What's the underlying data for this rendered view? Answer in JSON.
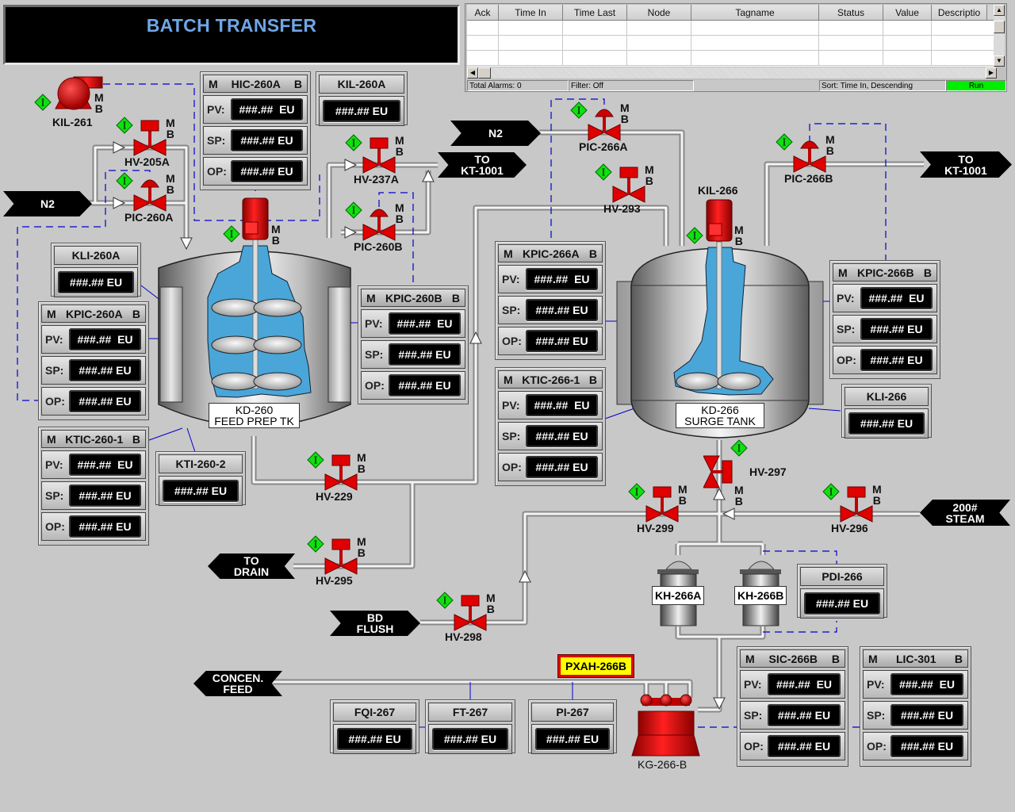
{
  "title": "BATCH TRANSFER",
  "alarm_summary": {
    "columns": [
      "Ack",
      "Time In",
      "Time Last",
      "Node",
      "Tagname",
      "Status",
      "Value",
      "Descriptio"
    ],
    "status_bar": {
      "total": "Total Alarms: 0",
      "filter": "Filter: Off",
      "sort": "Sort: Time In, Descending",
      "run": "Run"
    },
    "colors": {
      "run": "#00ee00"
    }
  },
  "placeholder_value": "###.## EU",
  "placeholder_value_pv": "###.##  EU",
  "controllers": [
    {
      "id": "hic-260a",
      "mode": "M",
      "tag": "HIC-260A",
      "b": "B",
      "pv_label": "PV:",
      "sp_label": "SP:",
      "op_label": "OP:"
    },
    {
      "id": "kpic-260a",
      "mode": "M",
      "tag": "KPIC-260A",
      "b": "B",
      "pv_label": "PV:",
      "sp_label": "SP:",
      "op_label": "OP:"
    },
    {
      "id": "ktic-260-1",
      "mode": "M",
      "tag": "KTIC-260-1",
      "b": "B",
      "pv_label": "PV:",
      "sp_label": "SP:",
      "op_label": "OP:"
    },
    {
      "id": "kpic-260b",
      "mode": "M",
      "tag": "KPIC-260B",
      "b": "B",
      "pv_label": "PV:",
      "sp_label": "SP:",
      "op_label": "OP:"
    },
    {
      "id": "kpic-266a",
      "mode": "M",
      "tag": "KPIC-266A",
      "b": "B",
      "pv_label": "PV:",
      "sp_label": "SP:",
      "op_label": "OP:"
    },
    {
      "id": "ktic-266-1",
      "mode": "M",
      "tag": "KTIC-266-1",
      "b": "B",
      "pv_label": "PV:",
      "sp_label": "SP:",
      "op_label": "OP:"
    },
    {
      "id": "kpic-266b",
      "mode": "M",
      "tag": "KPIC-266B",
      "b": "B",
      "pv_label": "PV:",
      "sp_label": "SP:",
      "op_label": "OP:"
    },
    {
      "id": "sic-266b",
      "mode": "M",
      "tag": "SIC-266B",
      "b": "B",
      "pv_label": "PV:",
      "sp_label": "SP:",
      "op_label": "OP:"
    },
    {
      "id": "lic-301",
      "mode": "M",
      "tag": "LIC-301",
      "b": "B",
      "pv_label": "PV:",
      "sp_label": "SP:",
      "op_label": "OP:"
    }
  ],
  "indicators": [
    {
      "id": "kil-260a",
      "tag": "KIL-260A"
    },
    {
      "id": "kli-260a",
      "tag": "KLI-260A"
    },
    {
      "id": "kti-260-2",
      "tag": "KTI-260-2"
    },
    {
      "id": "kli-266",
      "tag": "KLI-266"
    },
    {
      "id": "pdi-266",
      "tag": "PDI-266"
    },
    {
      "id": "fqi-267",
      "tag": "FQI-267"
    },
    {
      "id": "ft-267",
      "tag": "FT-267"
    },
    {
      "id": "pi-267",
      "tag": "PI-267"
    }
  ],
  "valves": [
    {
      "tag": "HV-205A",
      "actuator": "solenoid"
    },
    {
      "tag": "PIC-260A",
      "actuator": "diaphragm"
    },
    {
      "tag": "HV-237A",
      "actuator": "solenoid"
    },
    {
      "tag": "PIC-260B",
      "actuator": "diaphragm"
    },
    {
      "tag": "PIC-266A",
      "actuator": "diaphragm"
    },
    {
      "tag": "HV-293",
      "actuator": "solenoid"
    },
    {
      "tag": "PIC-266B",
      "actuator": "diaphragm"
    },
    {
      "tag": "HV-229",
      "actuator": "solenoid"
    },
    {
      "tag": "HV-295",
      "actuator": "solenoid"
    },
    {
      "tag": "HV-298",
      "actuator": "solenoid"
    },
    {
      "tag": "HV-299",
      "actuator": "solenoid"
    },
    {
      "tag": "HV-296",
      "actuator": "solenoid"
    },
    {
      "tag": "HV-297",
      "actuator": "solenoid"
    }
  ],
  "equipment": {
    "pump": "KIL-261",
    "agitator_266": "KIL-266",
    "tank_260": {
      "line1": "KD-260",
      "line2": "FEED PREP TK"
    },
    "tank_266": {
      "line1": "KD-266",
      "line2": "SURGE TANK"
    },
    "filter_a": "KH-266A",
    "filter_b": "KH-266B",
    "pump_kg": "KG-266-B",
    "alarm_tag": "PXAH-266B"
  },
  "flags": {
    "n2_left": "N2",
    "n2_mid": "N2",
    "to_kt_1": {
      "l1": "TO",
      "l2": "KT-1001"
    },
    "to_kt_2": {
      "l1": "TO",
      "l2": "KT-1001"
    },
    "to_drain": {
      "l1": "TO",
      "l2": "DRAIN"
    },
    "bd_flush": {
      "l1": "BD",
      "l2": "FLUSH"
    },
    "steam": {
      "l1": "200#",
      "l2": "STEAM"
    },
    "concen_feed": {
      "l1": "CONCEN.",
      "l2": "FEED"
    }
  },
  "mode_labels": {
    "m": "M",
    "b": "B"
  },
  "interlock_label": "I",
  "colors": {
    "background": "#c8c8c8",
    "title_text": "#6ea6e6",
    "valve": "#e00000",
    "interlock": "#00d800",
    "liquid": "#4aa6d8",
    "signal_line": "#0000cc",
    "alarm_fill": "#ffff00",
    "alarm_border": "#e00000"
  }
}
